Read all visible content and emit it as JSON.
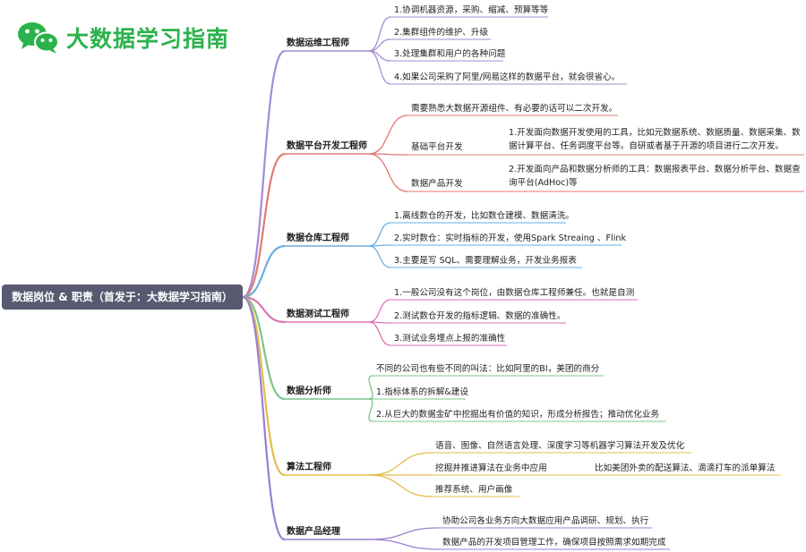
{
  "brand": {
    "title": "大数据学习指南",
    "icon": "wechat-icon",
    "color": "#2bb24c"
  },
  "root": {
    "label": "数据岗位 & 职责（首发于：大数据学习指南）"
  },
  "branches": [
    {
      "role": "数据运维工程师",
      "color": "#a58bd6",
      "items": [
        "1.协调机器资源，采购、缩减、预算等等",
        "2.集群组件的维护、升级",
        "3.处理集群和用户的各种问题",
        "4.如果公司采购了阿里/网易这样的数据平台，就会很省心。"
      ]
    },
    {
      "role": "数据平台开发工程师",
      "color": "#e07a72",
      "items": [
        "需要熟悉大数据开源组件、有必要的话可以二次开发。",
        "基础平台开发",
        "1.开发面向数据开发使用的工具，比如元数据系统、数据质量、数据采集、数据计算平台、任务调度平台等。自研或者基于开源的项目进行二次开发。",
        "数据产品开发",
        "2.开发面向产品和数据分析师的工具：数据报表平台、数据分析平台、数据查询平台(AdHoc)等"
      ]
    },
    {
      "role": "数据仓库工程师",
      "color": "#6aaee0",
      "items": [
        "1.离线数仓的开发，比如数仓建模、数据清洗。",
        "2.实时数仓：实时指标的开发，使用Spark Streaing 、Flink",
        "3.主要是写 SQL、需要理解业务，开发业务报表"
      ]
    },
    {
      "role": "数据测试工程师",
      "color": "#dc72b6",
      "items": [
        "1.一般公司没有这个岗位，由数据仓库工程师兼任。也就是自测",
        "2.测试数仓开发的指标逻辑、数据的准确性。",
        "3.测试业务埋点上报的准确性"
      ]
    },
    {
      "role": "数据分析师",
      "color": "#7cc48a",
      "items": [
        "不同的公司也有些不同的叫法：比如阿里的BI，美团的商分",
        "1.指标体系的拆解&建设",
        "2.从巨大的数据金矿中挖掘出有价值的知识，形成分析报告；推动优化业务"
      ]
    },
    {
      "role": "算法工程师",
      "color": "#e3bd4c",
      "items": [
        "语音、图像、自然语言处理、深度学习等机器学习算法开发及优化",
        "挖掘并推进算法在业务中应用",
        "比如美团外卖的配送算法、滴滴打车的派单算法",
        "推荐系统、用户画像"
      ]
    },
    {
      "role": "数据产品经理",
      "color": "#9a7fd0",
      "items": [
        "协助公司各业务方向大数据应用产品调研、规划、执行",
        "数据产品的开发项目管理工作，确保项目按照需求如期完成"
      ]
    }
  ]
}
